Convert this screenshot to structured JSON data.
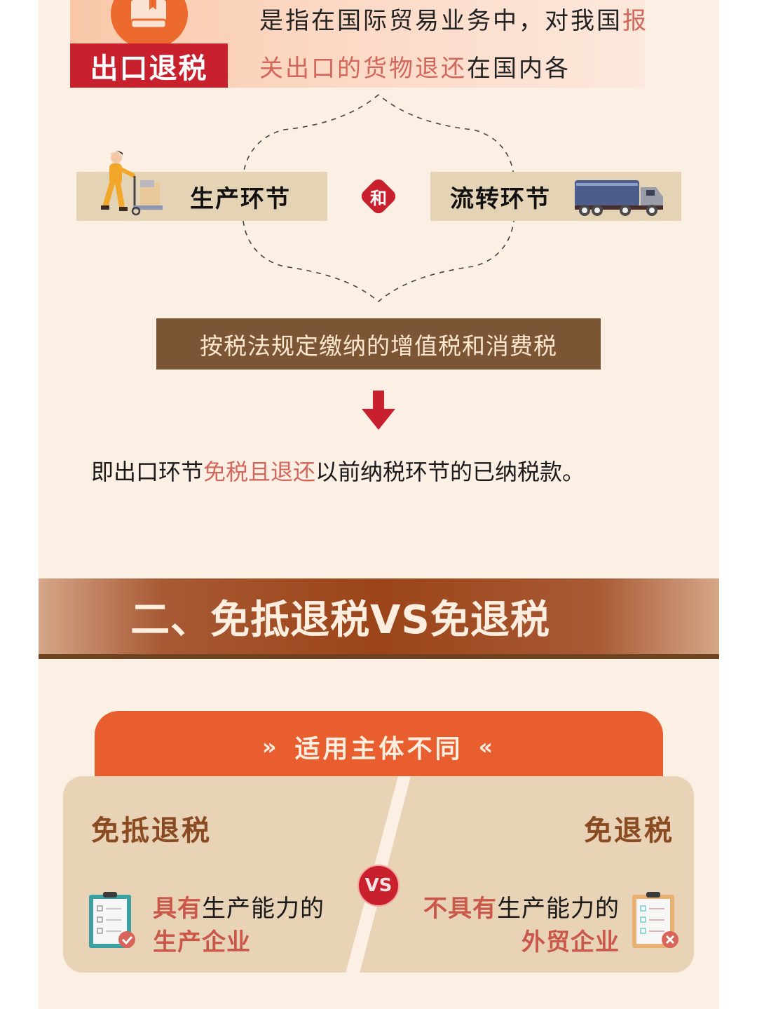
{
  "section1": {
    "badge": {
      "icon": "book-icon",
      "label": "出口退税"
    },
    "intro": {
      "line1": {
        "text": "是指在国际贸易业务中，对我国",
        "highlight": "报"
      },
      "line2": {
        "highlight": "关出口的货物退还",
        "text": "在国内各"
      }
    },
    "stages": {
      "left": {
        "label": "生产环节",
        "icon": "worker-with-cart-icon"
      },
      "connector": "和",
      "right": {
        "label": "流转环节",
        "icon": "truck-icon"
      }
    },
    "tax_bar": "按税法规定缴纳的增值税和消费税",
    "arrow_icon": "down-arrow-icon",
    "conclusion": {
      "prefix": "即出口环节",
      "highlight": "免税且退还",
      "suffix": "以前纳税环节的已纳税款。"
    }
  },
  "section2": {
    "title": "二、免抵退税VS免退税",
    "tab": {
      "left_chevron": "»",
      "label": "适用主体不同",
      "right_chevron": "«"
    },
    "vs_label": "VS",
    "left": {
      "title": "免抵退税",
      "desc_highlight": "具有",
      "desc_text": "生产能力的",
      "desc_line2": "生产企业",
      "icon": "clipboard-check-icon"
    },
    "right": {
      "title": "免退税",
      "desc_highlight": "不具有",
      "desc_text": "生产能力的",
      "desc_line2": "外贸企业",
      "icon": "clipboard-cross-icon"
    }
  },
  "colors": {
    "background": "#fcefe4",
    "brand_red": "#c9202e",
    "orange": "#e85e2e",
    "brown_bar": "#7b5534",
    "highlight_text": "#d2675c",
    "card_beige": "#e8d3b6"
  }
}
